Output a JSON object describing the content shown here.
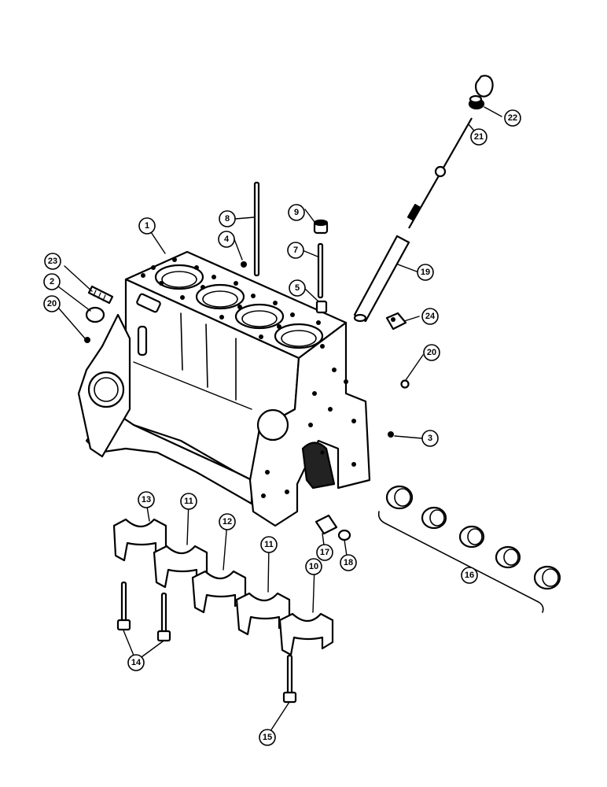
{
  "callouts": [
    {
      "id": "c1",
      "label": "1"
    },
    {
      "id": "c2",
      "label": "2"
    },
    {
      "id": "c3",
      "label": "3"
    },
    {
      "id": "c4",
      "label": "4"
    },
    {
      "id": "c5",
      "label": "5"
    },
    {
      "id": "c7",
      "label": "7"
    },
    {
      "id": "c8",
      "label": "8"
    },
    {
      "id": "c9",
      "label": "9"
    },
    {
      "id": "c10",
      "label": "10"
    },
    {
      "id": "c11a",
      "label": "11"
    },
    {
      "id": "c11b",
      "label": "11"
    },
    {
      "id": "c12",
      "label": "12"
    },
    {
      "id": "c13",
      "label": "13"
    },
    {
      "id": "c14",
      "label": "14"
    },
    {
      "id": "c15",
      "label": "15"
    },
    {
      "id": "c16",
      "label": "16"
    },
    {
      "id": "c17",
      "label": "17"
    },
    {
      "id": "c18",
      "label": "18"
    },
    {
      "id": "c19",
      "label": "19"
    },
    {
      "id": "c20a",
      "label": "20"
    },
    {
      "id": "c20b",
      "label": "20"
    },
    {
      "id": "c21",
      "label": "21"
    },
    {
      "id": "c22",
      "label": "22"
    },
    {
      "id": "c23",
      "label": "23"
    },
    {
      "id": "c24",
      "label": "24"
    }
  ]
}
